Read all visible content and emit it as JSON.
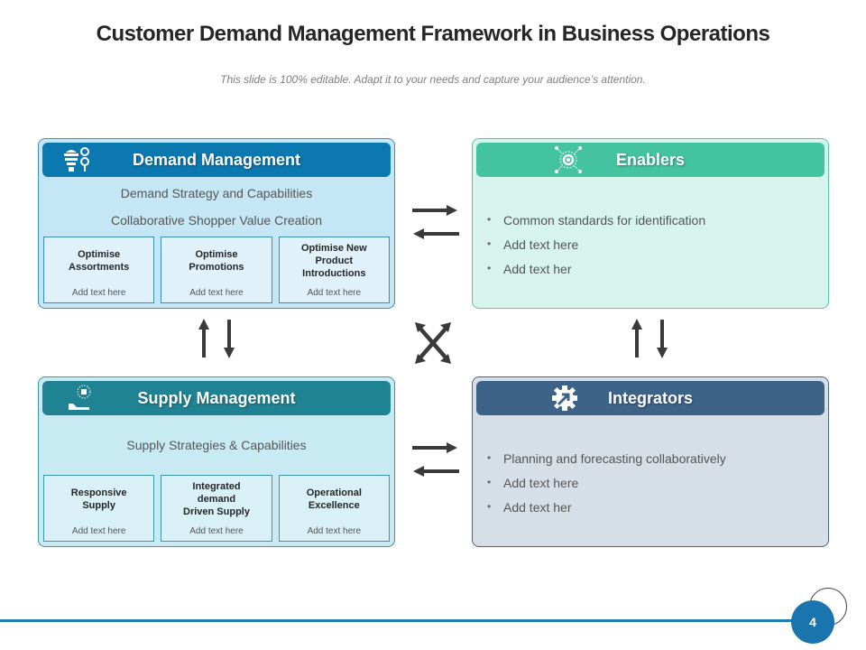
{
  "title": "Customer Demand Management Framework in Business Operations",
  "subtitle": "This slide is 100% editable. Adapt it to your needs and capture your audience’s attention.",
  "panels": {
    "demand": {
      "title": "Demand Management",
      "icon": "funnel-users-icon",
      "lines": [
        "Demand Strategy and Capabilities",
        "Collaborative  Shopper Value  Creation"
      ],
      "boxes": [
        {
          "title": "Optimise\nAssortments",
          "text": "Add text here"
        },
        {
          "title": "Optimise\nPromotions",
          "text": "Add text here"
        },
        {
          "title": "Optimise New\nProduct\nIntroductions",
          "text": "Add text here"
        }
      ]
    },
    "enablers": {
      "title": "Enablers",
      "icon": "gear-network-icon",
      "bullets": [
        "Common standards for identification",
        "Add text here",
        "Add text her"
      ]
    },
    "supply": {
      "title": "Supply Management",
      "icon": "hand-box-icon",
      "lines": [
        "Supply Strategies & Capabilities"
      ],
      "boxes": [
        {
          "title": "Responsive\nSupply",
          "text": "Add text here"
        },
        {
          "title": "Integrated\ndemand\nDriven  Supply",
          "text": "Add text here"
        },
        {
          "title": "Operational\nExcellence",
          "text": "Add text here"
        }
      ]
    },
    "integrators": {
      "title": "Integrators",
      "icon": "gear-arrow-icon",
      "bullets": [
        "Planning and forecasting collaboratively",
        "Add text here",
        "Add text her"
      ]
    }
  },
  "bullet_char": "•",
  "page_number": "4",
  "colors": {
    "demand": "#0b78b0",
    "enablers": "#44c3a1",
    "supply": "#1f8394",
    "integrators": "#3d6388",
    "arrows": "#3a3a3a"
  }
}
